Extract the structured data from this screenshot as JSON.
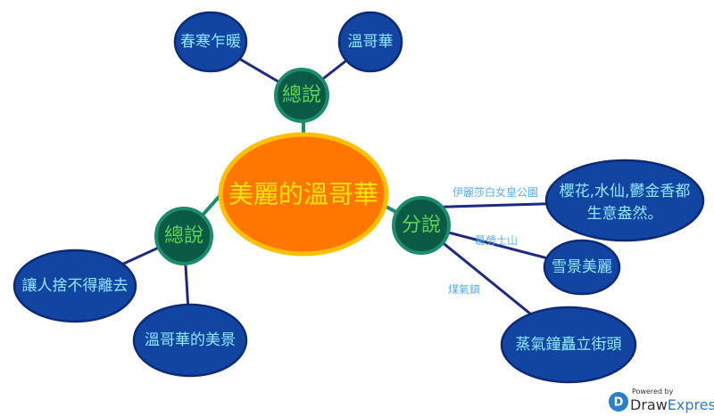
{
  "center": "美麗的溫哥華",
  "branches": {
    "top": {
      "label": "總說",
      "children": [
        "春寒乍暖",
        "溫哥華"
      ]
    },
    "left": {
      "label": "總說",
      "children": [
        "讓人捨不得離去",
        "溫哥華的美景"
      ]
    },
    "right": {
      "label": "分說",
      "children": [
        {
          "edge": "伊麗莎白女皇公園",
          "text1": "櫻花,水仙,鬱金香都",
          "text2": "生意盎然。"
        },
        {
          "edge": "葛勞士山",
          "text": "雪景美麗"
        },
        {
          "edge": "煤氣鎮",
          "text": "蒸氣鐘矗立街頭"
        }
      ]
    }
  },
  "watermark": {
    "powered": "Powered by",
    "brand1": "Draw",
    "brand2": "Express"
  },
  "colors": {
    "center": "#ff7700",
    "center_border": "#ffc000",
    "node": "#1244a2",
    "hub": "#0b5a45"
  }
}
